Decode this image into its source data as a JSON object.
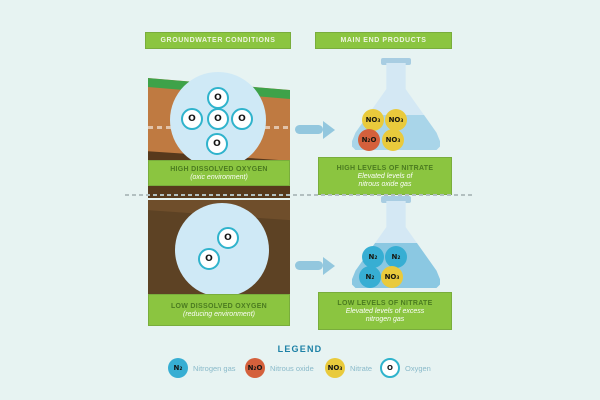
{
  "headers": {
    "left": "GROUNDWATER CONDITIONS",
    "right": "MAIN END PRODUCTS"
  },
  "symbols": {
    "oxygen": "O"
  },
  "rows": {
    "top": {
      "condition": {
        "title": "HIGH DISSOLVED OXYGEN",
        "subtitle": "(oxic environment)"
      },
      "product": {
        "title": "HIGH LEVELS OF NITRATE",
        "line1": "Elevated levels of",
        "line2": "nitrous oxide gas"
      },
      "groundwater_oxygen_count": 5,
      "flask": {
        "molecules": [
          {
            "formula": "NO₃",
            "type": "nitrate"
          },
          {
            "formula": "NO₃",
            "type": "nitrate"
          },
          {
            "formula": "N₂O",
            "type": "nitrous-oxide"
          },
          {
            "formula": "NO₃",
            "type": "nitrate"
          }
        ]
      }
    },
    "bottom": {
      "condition": {
        "title": "LOW DISSOLVED OXYGEN",
        "subtitle": "(reducing environment)"
      },
      "product": {
        "title": "LOW LEVELS OF NITRATE",
        "line1": "Elevated levels of excess",
        "line2": "nitrogen gas"
      },
      "groundwater_oxygen_count": 2,
      "flask": {
        "molecules": [
          {
            "formula": "N₂",
            "type": "nitrogen"
          },
          {
            "formula": "N₂",
            "type": "nitrogen"
          },
          {
            "formula": "N₂",
            "type": "nitrogen"
          },
          {
            "formula": "NO₃",
            "type": "nitrate"
          }
        ]
      }
    }
  },
  "legend": {
    "title": "LEGEND",
    "items": [
      {
        "formula": "N₂",
        "label": "Nitrogen gas",
        "type": "nitrogen"
      },
      {
        "formula": "N₂O",
        "label": "Nitrous oxide",
        "type": "nitrous-oxide"
      },
      {
        "formula": "NO₃",
        "label": "Nitrate",
        "type": "nitrate"
      },
      {
        "formula": "O",
        "label": "Oxygen",
        "type": "oxygen"
      }
    ]
  },
  "colors": {
    "background": "#e7f3f2",
    "green": "#8bc540",
    "green_border": "#79ad3c",
    "green_title_text": "#4b7b20",
    "grass": "#3ea249",
    "soil_oxic": "#bf7a41",
    "soil_dark_band": "#57391c",
    "soil_reducing": "#5d4224",
    "groundwater_blue": "#cfe9f6",
    "oxygen_ring": "#2fb3cc",
    "flask_glass": "#d4e8f4",
    "flask_liquid_top": "#a9d5e9",
    "flask_liquid_bottom": "#8bc8e2",
    "nitrogen_gas": "#37aed3",
    "nitrous_oxide": "#d4603c",
    "nitrate": "#e9ca3c",
    "arrow": "#93c7de",
    "legend_title": "#1d81a6",
    "legend_label": "#8abaca",
    "divider": "#b2bfc0"
  }
}
